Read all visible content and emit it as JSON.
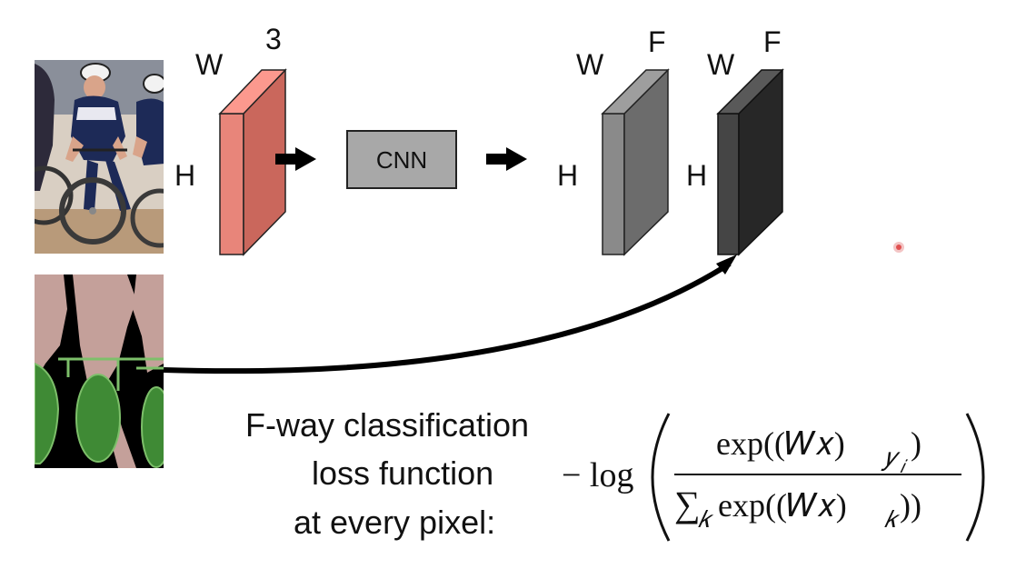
{
  "input_volume": {
    "width_label": "W",
    "channels_label": "3",
    "height_label": "H",
    "color": "#e8857a"
  },
  "cnn_box": {
    "label": "CNN",
    "color": "#a8a8a8"
  },
  "output_volume_1": {
    "width_label": "W",
    "channels_label": "F",
    "height_label": "H",
    "color": "#8a8a8a"
  },
  "output_volume_2": {
    "width_label": "W",
    "channels_label": "F",
    "height_label": "H",
    "color": "#454545"
  },
  "caption": {
    "line1": "F-way classification",
    "line2": "loss function",
    "line3": "at every pixel:"
  },
  "formula": {
    "neg_log": "− log",
    "numerator": "exp((𝑊𝑥)",
    "numerator_sub": "𝑦",
    "numerator_subsub": "𝑖",
    "sum_symbol": "∑",
    "sum_sub": "𝑘",
    "denominator": "exp((𝑊𝑥)",
    "denominator_sub": "𝑘",
    "denominator_close": "))"
  },
  "images": {
    "photo": "cyclists-photo",
    "segmentation": "segmentation-mask"
  },
  "colors": {
    "seg_black": "#000000",
    "seg_pink": "#c4a09a",
    "seg_green": "#3f8a35",
    "pointer_dot": "#e05050"
  }
}
